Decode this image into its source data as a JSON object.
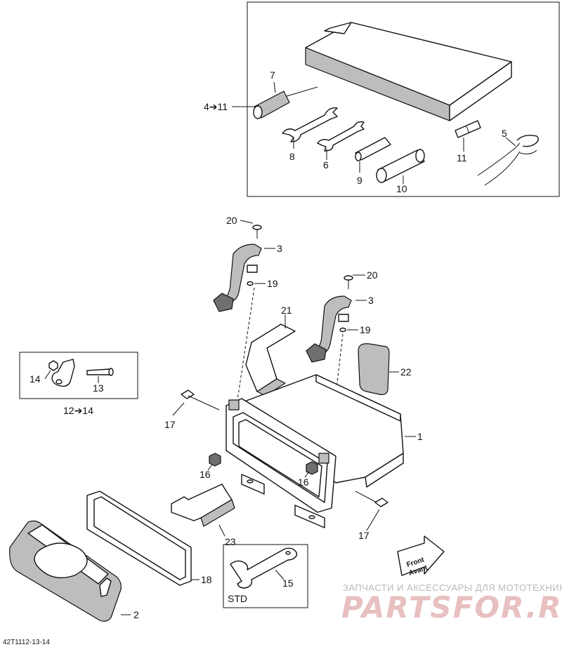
{
  "callouts": {
    "c7": "7",
    "c4_11": "4➔11",
    "c8": "8",
    "c6": "6",
    "c9": "9",
    "c10": "10",
    "c11": "11",
    "c5": "5",
    "c20a": "20",
    "c3a": "3",
    "c19a": "19",
    "c20b": "20",
    "c3b": "3",
    "c19b": "19",
    "c21": "21",
    "c22": "22",
    "c14": "14",
    "c13": "13",
    "c12_14": "12➔14",
    "c17a": "17",
    "c1": "1",
    "c16a": "16",
    "c16b": "16",
    "c17b": "17",
    "c23": "23",
    "c15": "15",
    "std": "STD",
    "c18": "18",
    "c2": "2"
  },
  "front_arrow": {
    "line1": "Front",
    "line2": "Avant"
  },
  "footer": {
    "ref": "42T1112-13-14"
  },
  "watermark": {
    "tagline": "ЗАПЧАСТИ И АКСЕССУАРЫ ДЛЯ МОТОТЕХНИКИ",
    "brand": "PARTSFOR.RU"
  }
}
